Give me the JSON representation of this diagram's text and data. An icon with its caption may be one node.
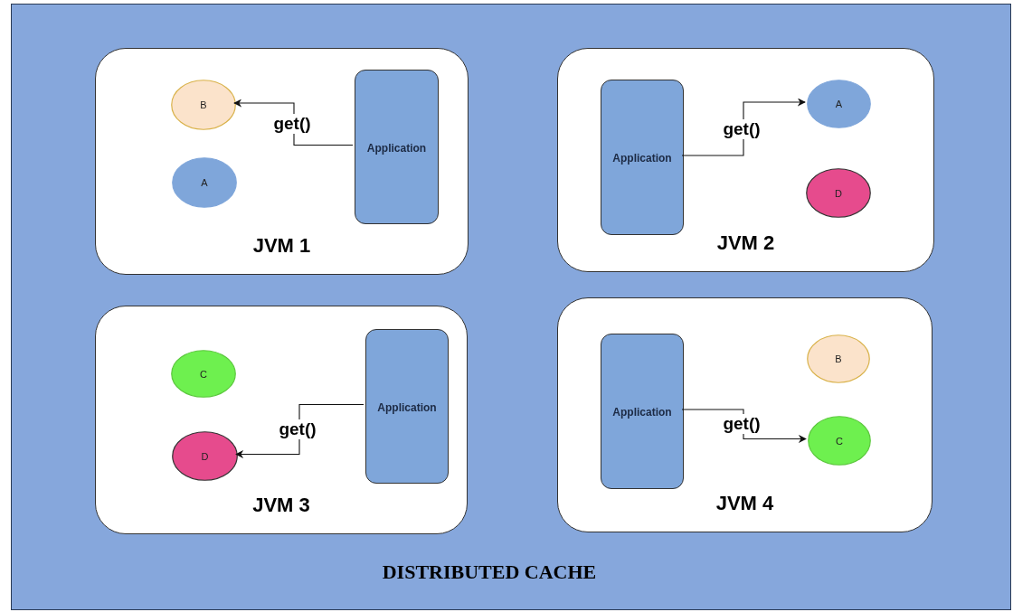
{
  "diagram": {
    "nodes": [
      {
        "text": [
          "DISTRIBUTED CACHE"
        ]
      },
      {
        "text": [
          "JVM 1"
        ],
        "in": 0
      },
      {
        "text": [
          "B"
        ],
        "in": 1
      },
      {
        "text": [
          "A"
        ],
        "in": 1
      },
      {
        "text": [
          "Application"
        ],
        "in": 1
      },
      {
        "text": [
          "JVM 2"
        ],
        "in": 0
      },
      {
        "text": [
          "Application"
        ],
        "in": 5
      },
      {
        "text": [
          "A"
        ],
        "in": 5
      },
      {
        "text": [
          "D"
        ],
        "in": 5
      },
      {
        "text": [
          "JVM 3"
        ],
        "in": 0
      },
      {
        "text": [
          "C"
        ],
        "in": 9
      },
      {
        "text": [
          "D"
        ],
        "in": 9
      },
      {
        "text": [
          "Application"
        ],
        "in": 9
      },
      {
        "text": [
          "JVM 4"
        ],
        "in": 0
      },
      {
        "text": [
          "Application"
        ],
        "in": 13
      },
      {
        "text": [
          "B"
        ],
        "in": 13
      },
      {
        "text": [
          "C"
        ],
        "in": 13
      }
    ],
    "edges": [
      {
        "from": 4,
        "to": 2,
        "arrow": "to",
        "label": "get()"
      },
      {
        "from": 6,
        "to": 7,
        "arrow": "to",
        "label": "get()"
      },
      {
        "from": 12,
        "to": 11,
        "arrow": "to",
        "label": "get()"
      },
      {
        "from": 14,
        "to": 16,
        "arrow": "to",
        "label": "get()"
      }
    ]
  }
}
